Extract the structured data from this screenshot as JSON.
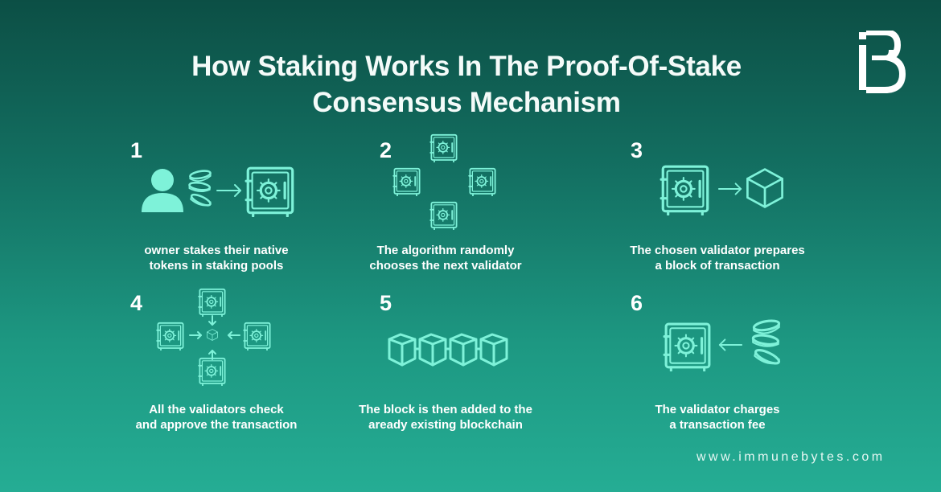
{
  "title": {
    "line1": "How Staking Works In The Proof-Of-Stake",
    "line2": "Consensus Mechanism"
  },
  "steps": [
    {
      "number": "1",
      "line1": "owner stakes their native",
      "line2": "tokens in staking pools",
      "icons": [
        "user-icon",
        "coins-icon",
        "arrow-right-icon",
        "vault-icon"
      ]
    },
    {
      "number": "2",
      "line1": "The algorithm randomly",
      "line2": "chooses the next validator",
      "icons": [
        "vault-icon",
        "vault-icon",
        "vault-icon",
        "vault-icon"
      ]
    },
    {
      "number": "3",
      "line1": "The chosen validator prepares",
      "line2": "a block of transaction",
      "icons": [
        "vault-icon",
        "arrow-right-icon",
        "cube-icon"
      ]
    },
    {
      "number": "4",
      "line1": "All the validators check",
      "line2": "and approve the transaction",
      "icons": [
        "vault-icon",
        "vault-icon",
        "vault-icon",
        "vault-icon",
        "cube-icon"
      ]
    },
    {
      "number": "5",
      "line1": "The block is then added to the",
      "line2": "aready existing blockchain",
      "icons": [
        "blockchain-icon"
      ]
    },
    {
      "number": "6",
      "line1": "The validator charges",
      "line2": "a transaction fee",
      "icons": [
        "vault-icon",
        "arrow-left-icon",
        "coins-icon"
      ]
    }
  ],
  "footer": {
    "url": "www.immunebytes.com"
  },
  "colors": {
    "accent": "#7ef2d9",
    "background_top": "#0c4f45",
    "background_bottom": "#25ad94",
    "text": "#ffffff"
  }
}
